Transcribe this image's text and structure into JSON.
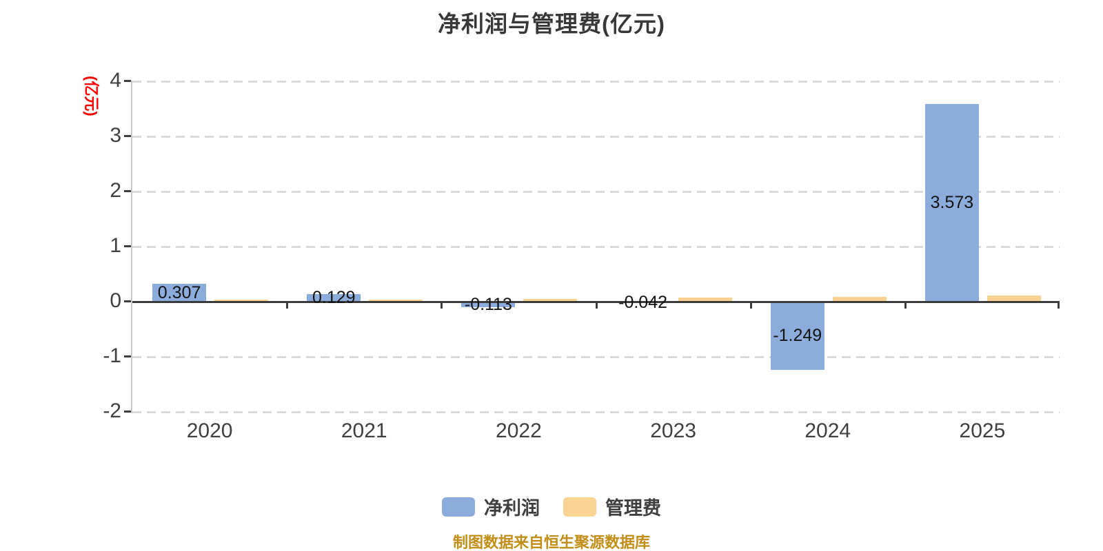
{
  "title": "净利润与管理费(亿元)",
  "y_axis": {
    "unit_label": "(亿元)",
    "unit_color": "#ff0000",
    "ticks": [
      4,
      3,
      2,
      1,
      0,
      -1,
      -2
    ]
  },
  "chart_data": {
    "type": "bar",
    "title": "净利润与管理费(亿元)",
    "ylabel": "(亿元)",
    "ylim": [
      -2,
      4
    ],
    "grid": "horizontal dashed",
    "legend_position": "bottom",
    "categories": [
      "2020",
      "2021",
      "2022",
      "2023",
      "2024",
      "2025"
    ],
    "series": [
      {
        "name": "净利润",
        "color": "#8cacdc",
        "values": [
          0.307,
          0.129,
          -0.113,
          -0.042,
          -1.249,
          3.573
        ],
        "labels": [
          "0.307",
          "0.129",
          "-0.113",
          "-0.042",
          "-1.249",
          "3.573"
        ]
      },
      {
        "name": "管理费",
        "color": "#fad391",
        "values": [
          0.02,
          0.03,
          0.04,
          0.06,
          0.08,
          0.1
        ]
      }
    ]
  },
  "source_note": {
    "text": "制图数据来自恒生聚源数据库",
    "color": "#c18e17"
  }
}
